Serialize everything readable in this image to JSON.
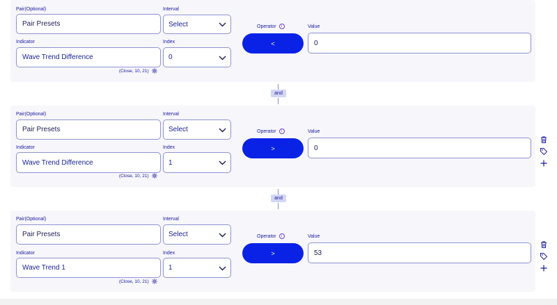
{
  "labels": {
    "pair": "Pair(Optional)",
    "interval": "Interval",
    "indicator": "Indicator",
    "index": "Index",
    "operator": "Operator",
    "value": "Value",
    "info_glyph": "i"
  },
  "conditions": [
    {
      "pair": "Pair Presets",
      "interval": "Select",
      "indicator": "Wave Trend Difference",
      "index": "0",
      "params": "(Close, 10, 21)",
      "operator": "<",
      "value": "0"
    },
    {
      "pair": "Pair Presets",
      "interval": "Select",
      "indicator": "Wave Trend Difference",
      "index": "1",
      "params": "(Close, 10, 21)",
      "operator": ">",
      "value": "0"
    },
    {
      "pair": "Pair Presets",
      "interval": "Select",
      "indicator": "Wave Trend 1",
      "index": "1",
      "params": "(Close, 10, 21)",
      "operator": ">",
      "value": "53"
    }
  ],
  "connectors": [
    "and",
    "and"
  ],
  "icons": {
    "delete": "trash-icon",
    "tag": "tag-icon",
    "add": "plus-icon",
    "settings": "gear-icon",
    "dropdown": "chevron-down-icon",
    "info": "info-icon"
  },
  "colors": {
    "accent": "#0a22e6",
    "text": "#1a1a9e",
    "border": "#8e93cf",
    "card_bg": "#f6f6fb",
    "badge_bg": "#d3d6f3"
  }
}
